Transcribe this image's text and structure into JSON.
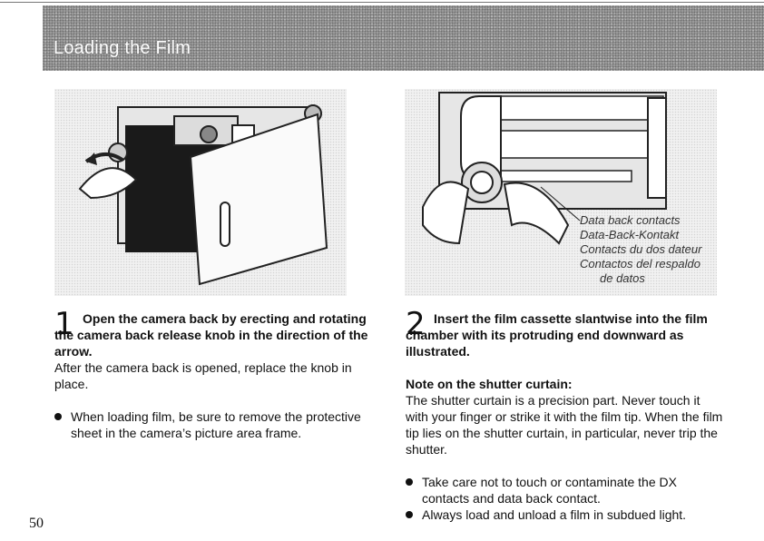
{
  "header": {
    "title": "Loading the Film"
  },
  "figure_right": {
    "callout": [
      "Data back contacts",
      "Data-Back-Kontakt",
      "Contacts du dos dateur",
      "Contactos del respaldo",
      "de datos"
    ]
  },
  "step1": {
    "number": "1",
    "heading": "Open the camera back by erecting and rotating the camera back release knob in the direction of the arrow.",
    "text": "After the camera back is opened, replace the knob in place.",
    "bullets": [
      "When loading film, be sure to remove the protective sheet in the camera’s picture area frame."
    ]
  },
  "step2": {
    "number": "2",
    "heading": "Insert the film cassette slantwise into the film chamber with its protruding end downward as illustrated.",
    "note_title": "Note on the shutter curtain:",
    "note_text": "The shutter curtain is a precision part.  Never touch it with your finger or strike it with the film tip. When the film tip lies on the shutter curtain, in particular, never trip the shutter.",
    "bullets": [
      "Take care not to touch or contaminate the DX contacts and data back contact.",
      "Always load and unload a film in subdued light."
    ]
  },
  "page_number": "50"
}
